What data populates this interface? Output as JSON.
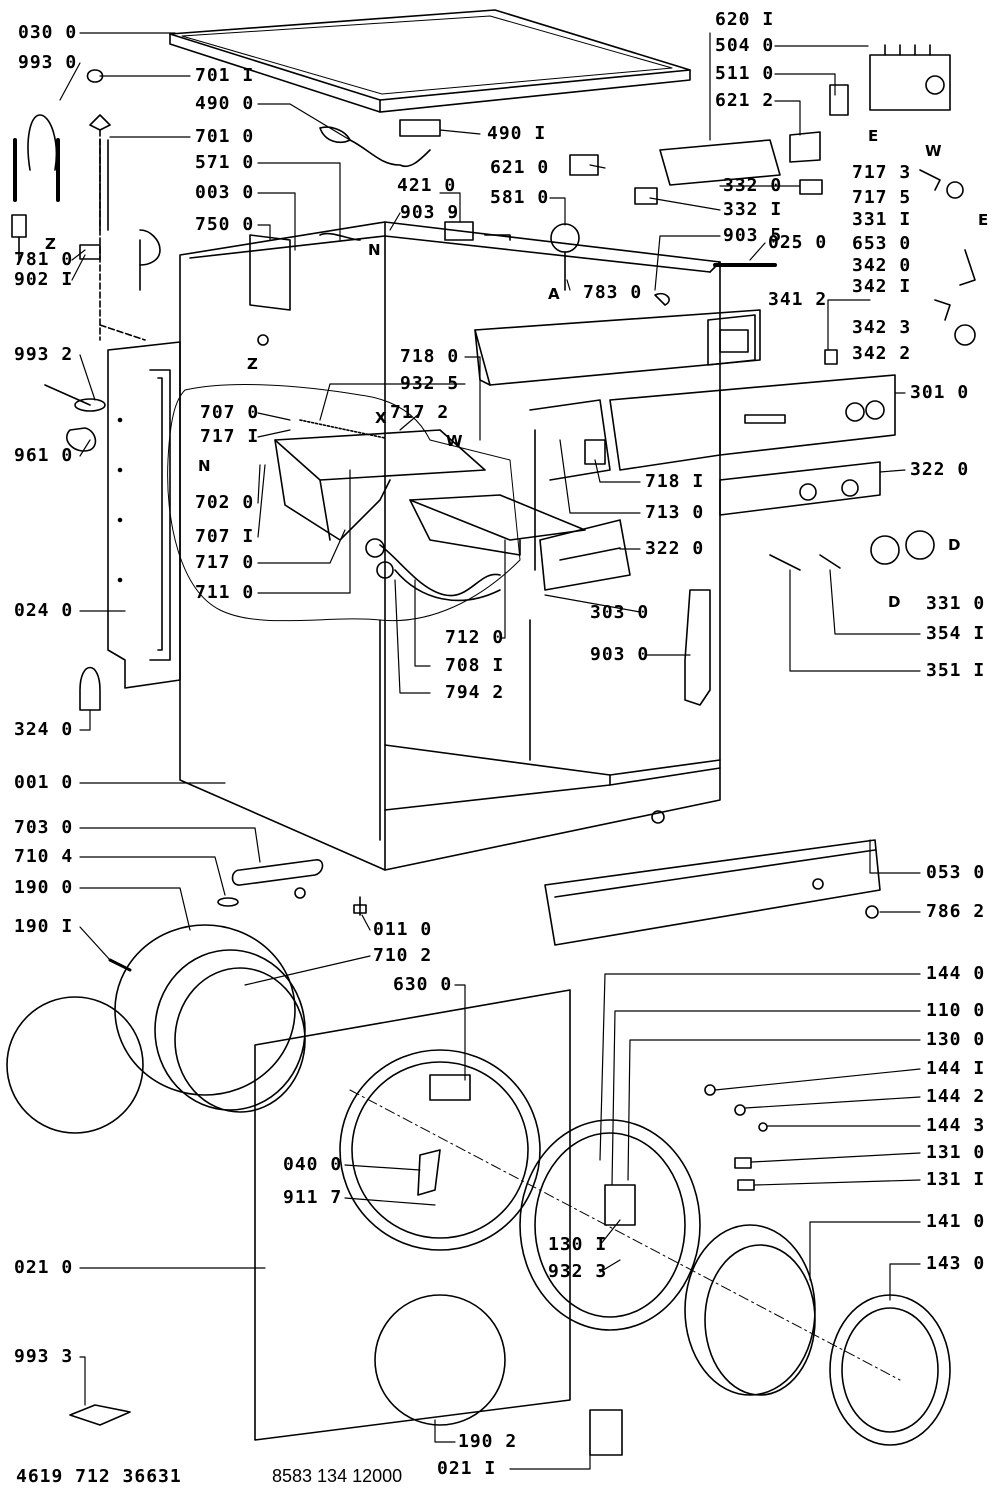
{
  "labels": {
    "l0300": "030 0",
    "l9930": "993 0",
    "l7011a": "701 I",
    "l4900": "490 0",
    "l7010": "701 0",
    "l5710": "571 0",
    "l0030": "003 0",
    "l7500": "750 0",
    "l7810": "781 0",
    "l9021": "902 I",
    "l9932": "993 2",
    "l9610": "961 0",
    "l7070": "707 0",
    "l7171": "717 I",
    "l7020": "702 0",
    "l7071": "707 I",
    "l7170": "717 0",
    "l7110": "711 0",
    "l0240": "024 0",
    "l3240": "324 0",
    "l0010": "001 0",
    "l7030": "703 0",
    "l7104": "710 4",
    "l1900": "190 0",
    "l1901": "190 I",
    "l0400": "040 0",
    "l9117": "911 7",
    "l0210": "021 0",
    "l9933": "993 3",
    "l4901": "490 I",
    "l4210": "421 0",
    "l9039": "903 9",
    "l5810": "581 0",
    "l7830": "783 0",
    "l7180": "718 0",
    "l9325": "932 5",
    "l7172": "717 2",
    "l7120": "712 0",
    "l7081": "708 I",
    "l7942": "794 2",
    "l0110": "011 0",
    "l7102": "710 2",
    "l6300": "630 0",
    "l1301": "130 I",
    "l9323": "932 3",
    "l1902": "190 2",
    "l0211": "021 I",
    "l6201": "620 I",
    "l5040": "504 0",
    "l5110": "511 0",
    "l6212": "621 2",
    "l6210": "621 0",
    "l3320": "332 0",
    "l3321": "332 I",
    "l9035": "903 5",
    "l7173": "717 3",
    "l7175": "717 5",
    "l3311": "331 I",
    "l6530": "653 0",
    "l3420": "342 0",
    "l3421": "342 I",
    "l3423": "342 3",
    "l3422": "342 2",
    "l0250": "025 0",
    "l3412": "341 2",
    "l3010": "301 0",
    "l7181": "718 I",
    "l7130": "713 0",
    "l3220a": "322 0",
    "l3220b": "322 0",
    "l3310": "331 0",
    "l3030": "303 0",
    "l3541": "354 I",
    "l9030": "903 0",
    "l3511": "351 I",
    "l0530": "053 0",
    "l7862": "786 2",
    "l1440": "144 0",
    "l1100": "110 0",
    "l1300": "130 0",
    "l1441": "144 I",
    "l1442": "144 2",
    "l1443": "144 3",
    "l1310": "131 0",
    "l1311": "131 I",
    "l1410": "141 0",
    "l1430": "143 0"
  },
  "markers": {
    "z1": "Z",
    "z2": "Z",
    "n1": "N",
    "n2": "N",
    "a": "A",
    "x": "X",
    "w1": "W",
    "w2": "W",
    "e1": "E",
    "e2": "E",
    "d1": "D",
    "d2": "D"
  },
  "footer": {
    "left_code": "4619 712 36631",
    "right_code": "8583 134 12000"
  }
}
